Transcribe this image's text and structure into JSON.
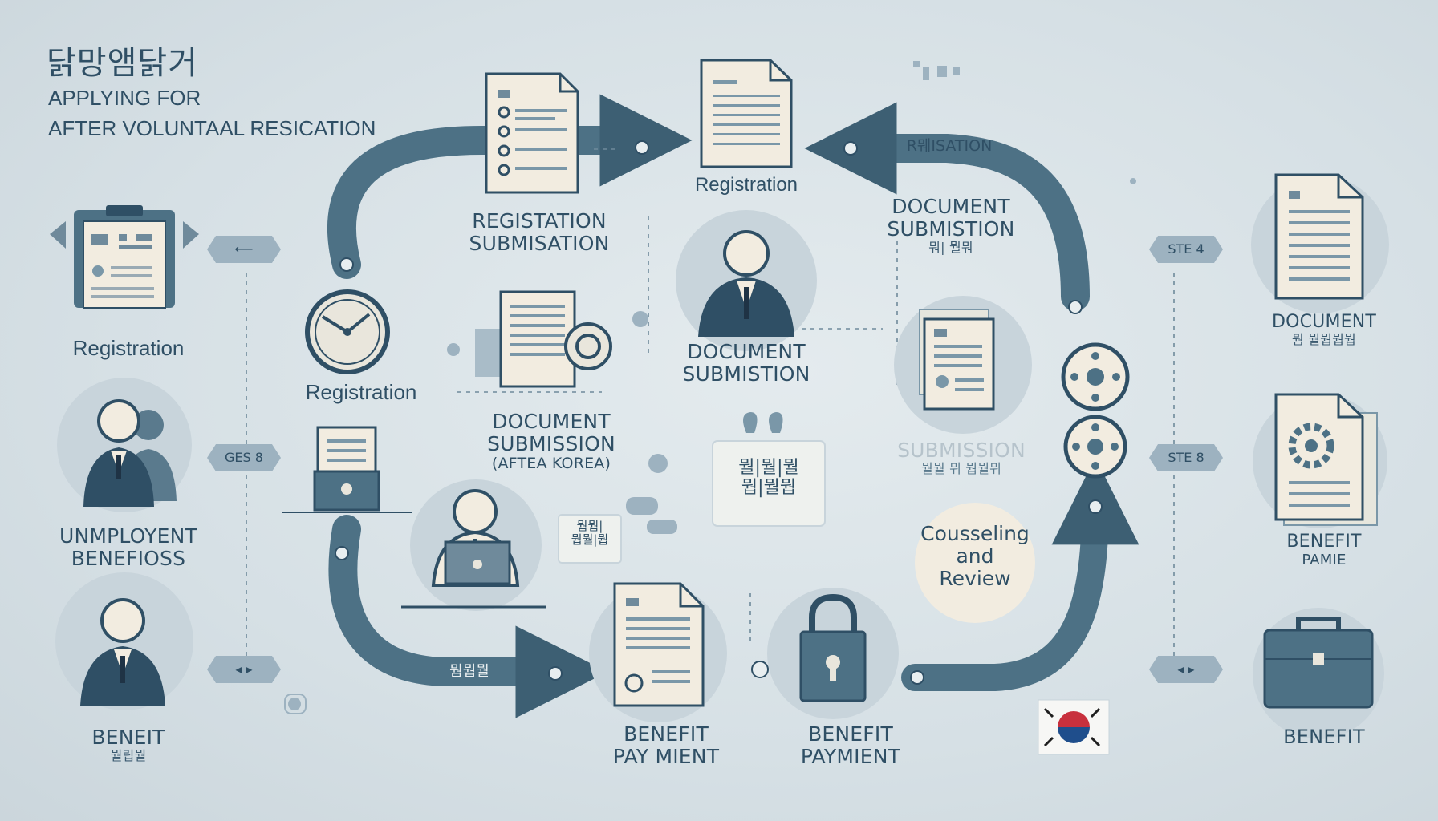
{
  "title": {
    "korean": "닭망앰닭거",
    "line1": "APPLYING FOR",
    "line2": "AFTER VOLUNTAAL RESICATION"
  },
  "labels": {
    "registration_left": "Registration",
    "unemployment": [
      "UNMPLOYENT",
      "BENEFIOSS"
    ],
    "benefit_left": "BENEIT",
    "benefit_left_ko": "뭘립뭘",
    "registration_clock": "Registration",
    "reg_submission": [
      "REGISTATION",
      "SUBMISATION"
    ],
    "registration_top": "Registration",
    "registration_banner": "R뭬ISATION",
    "doc_sub_top": [
      "DOCUMENT",
      "SUBMISTION"
    ],
    "doc_sub_top_ko": "뭐| 뭘뭐",
    "doc_sub_center": [
      "DOCUMENT",
      "SUBMISTION"
    ],
    "doc_sub_korea": [
      "DOCUMENT",
      "SUBMISSION",
      "(AFTEA KOREA)"
    ],
    "mid_ko_card": [
      "뭘|뭘|뭘",
      "뭡|뭘뭡"
    ],
    "left_ko_card": [
      "뭡뭡|",
      "뭡뭘|뭡"
    ],
    "arrow_ko": "뭠뭡뭘",
    "submission_faded": "SUBMISSION",
    "submission_faded_ko": "뭘뭘 뭐 뭡뭘뭐",
    "counseling": [
      "Cousseling",
      "and",
      "Review"
    ],
    "benefit_pay1": [
      "BENEFIT",
      "PAY MIENT"
    ],
    "benefit_pay2": [
      "BENEFIT",
      "PAYMIENT"
    ],
    "doc_right": "DOCUMENT",
    "doc_right_ko": "뭠 뭘뭡뭡뭡",
    "benefit_right": [
      "BENEFIT",
      "PAMIE"
    ],
    "benefit_far": "BENEFIT"
  },
  "tags": {
    "tag_step4": "STE 4",
    "tag_step8": "STE 8",
    "tag_gee": "GES 8",
    "tag_left_top": "⟵",
    "tag_left_bot": "◂ ▸",
    "tag_right_bot": "◂ ▸"
  },
  "colors": {
    "arrow": "#4d7185",
    "arrow_dark": "#3d5f73",
    "icon": "#2f4f65",
    "paper": "#f2ece0",
    "pale": "#a9bcc8",
    "flag_red": "#c8303d",
    "flag_blue": "#1f4e8c"
  }
}
